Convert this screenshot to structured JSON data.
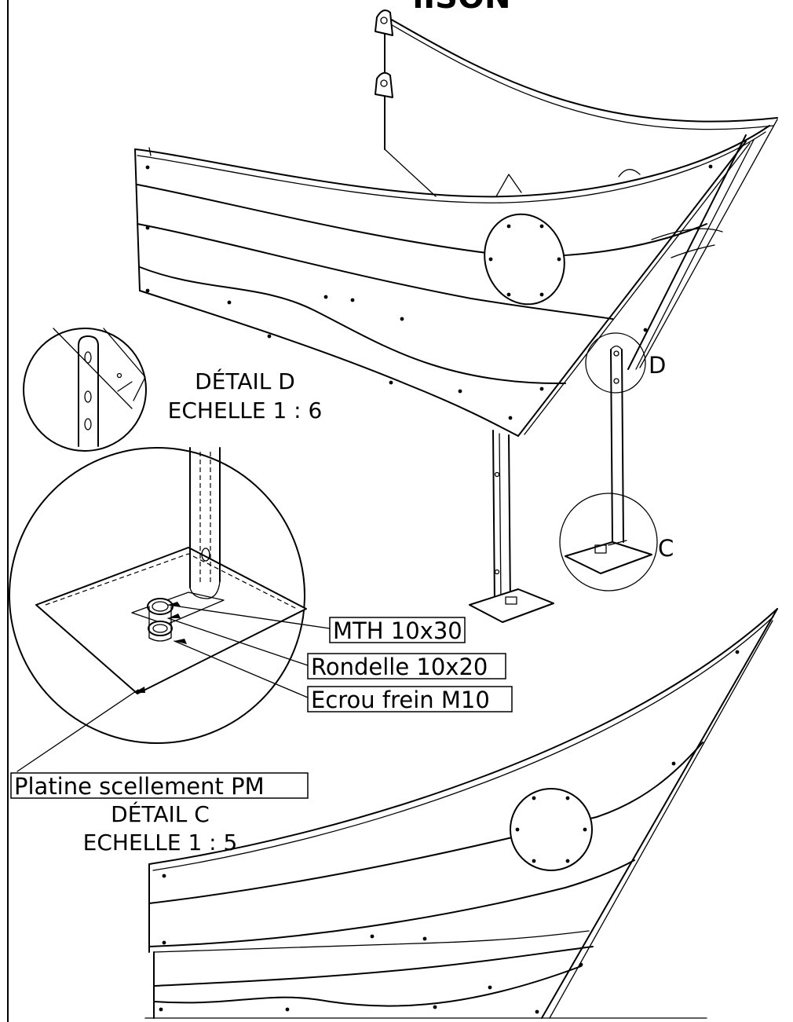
{
  "title_fragment": "lISON",
  "view_markers": {
    "d": "D",
    "c": "C"
  },
  "detail_d": {
    "title": "DÉTAIL D",
    "scale": "ECHELLE 1 : 6"
  },
  "detail_c": {
    "title": "DÉTAIL C",
    "scale": "ECHELLE 1 : 5"
  },
  "callouts": {
    "screw": "MTH 10x30",
    "washer": "Rondelle 10x20",
    "nut": "Ecrou frein M10",
    "plate": "Platine scellement PM"
  }
}
